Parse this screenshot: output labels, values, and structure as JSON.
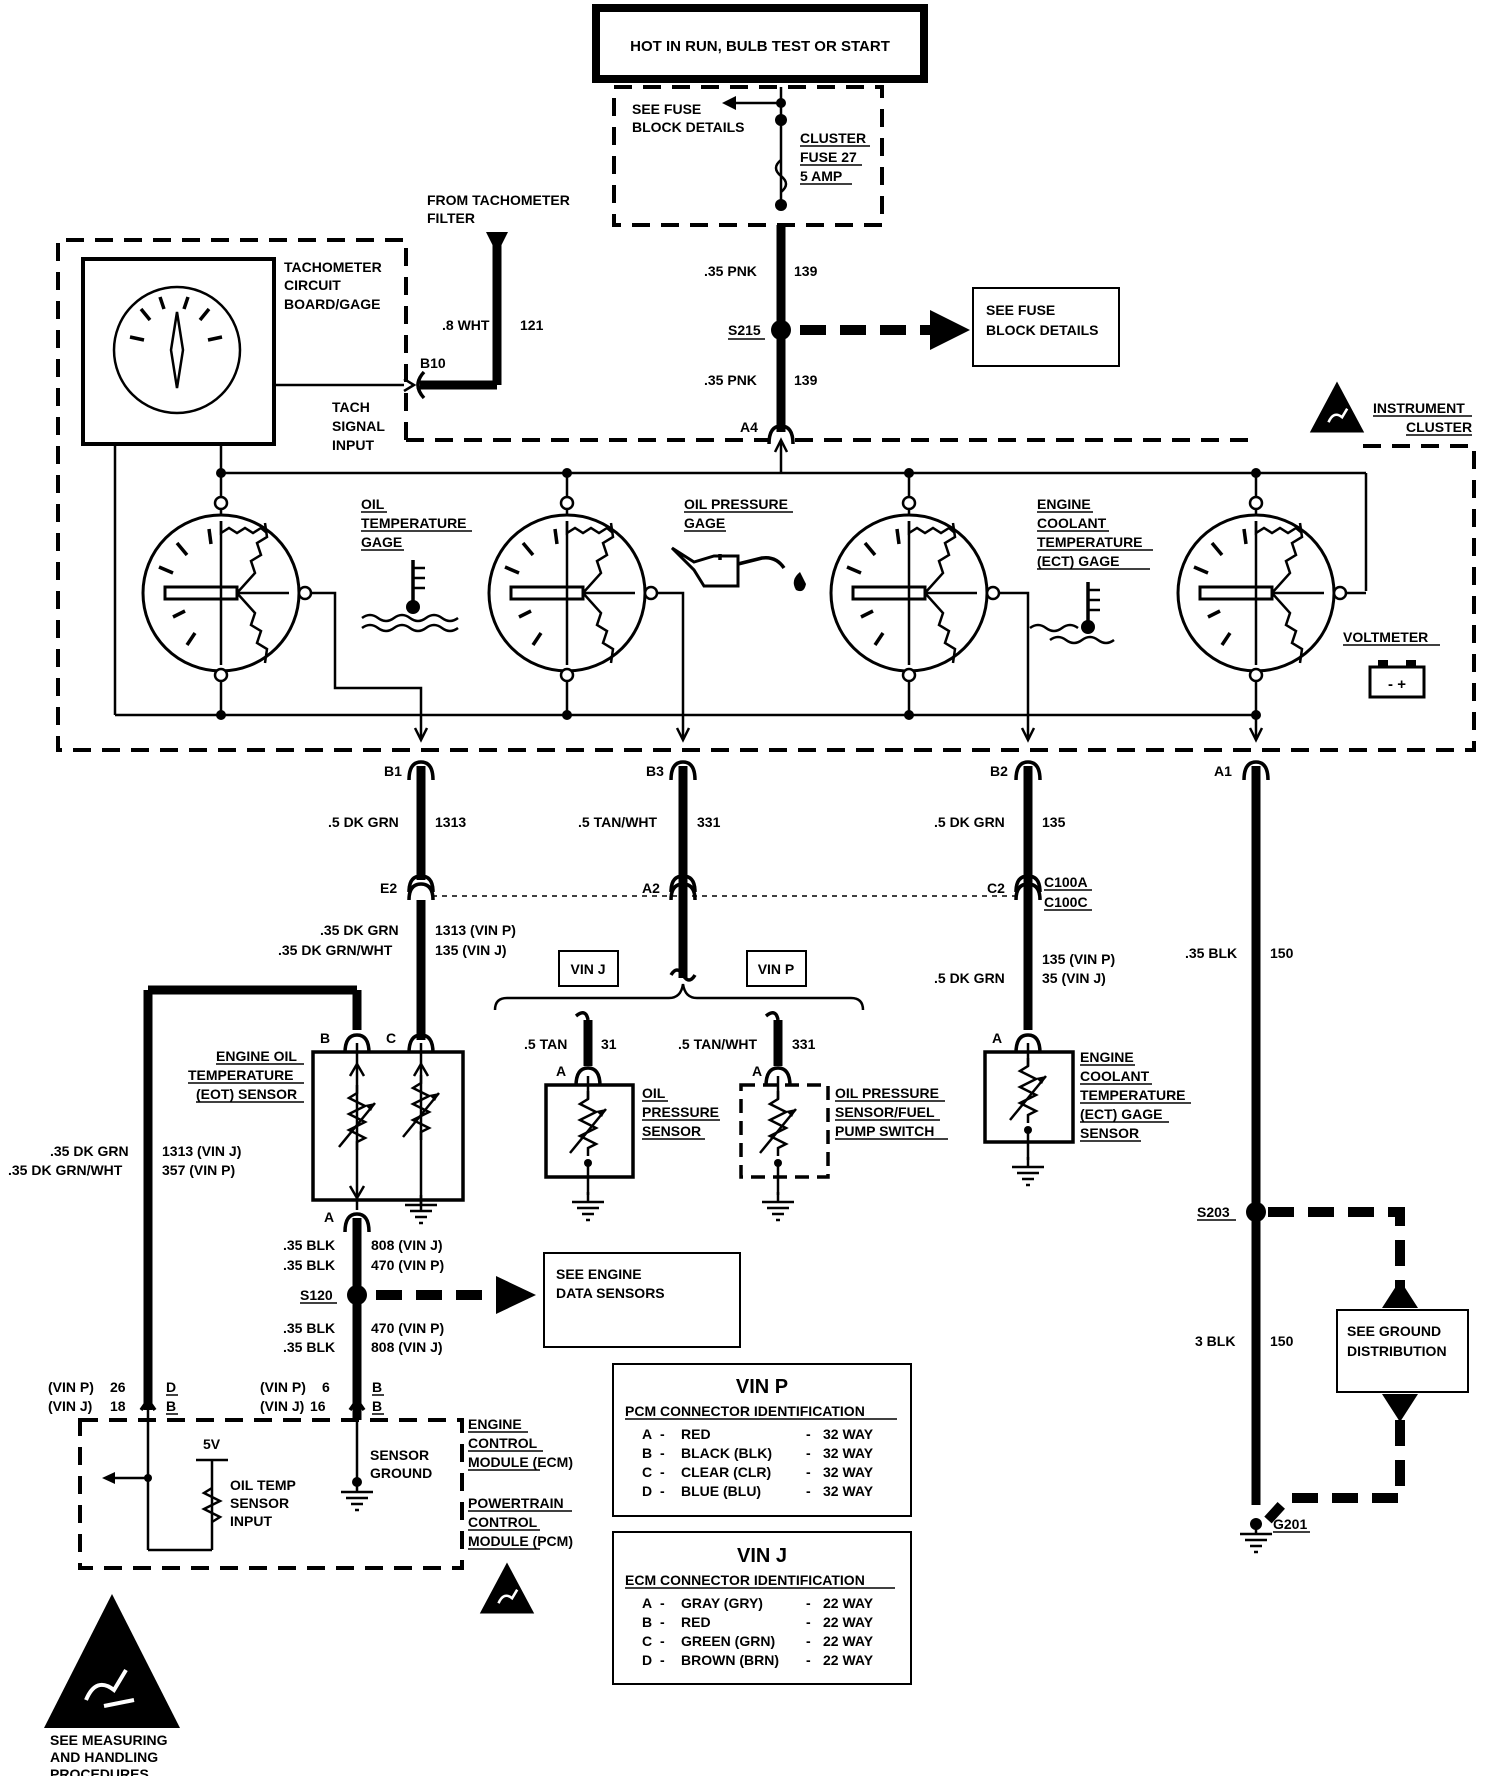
{
  "power": {
    "header": "HOT IN RUN, BULB TEST OR START",
    "see_fuse_1": [
      "SEE FUSE",
      "BLOCK DETAILS"
    ],
    "fuse_label": [
      "CLUSTER",
      "FUSE 27",
      "5 AMP"
    ],
    "wire_upper": {
      "gauge": ".35 PNK",
      "circuit": "139"
    },
    "splice": "S215",
    "see_fuse_2": [
      "SEE FUSE",
      "BLOCK DETAILS"
    ],
    "wire_lower": {
      "gauge": ".35 PNK",
      "circuit": "139"
    },
    "connector": "A4"
  },
  "tach": {
    "from_label": [
      "FROM TACHOMETER",
      "FILTER"
    ],
    "wire": {
      "gauge": ".8 WHT",
      "circuit": "121"
    },
    "connector": "B10",
    "board_label": [
      "TACHOMETER",
      "CIRCUIT",
      "BOARD/GAGE"
    ],
    "input_label": [
      "TACH",
      "SIGNAL",
      "INPUT"
    ]
  },
  "cluster": {
    "label": [
      "INSTRUMENT",
      "CLUSTER"
    ],
    "gauges": [
      {
        "label": [
          "OIL",
          "TEMPERATURE",
          "GAGE"
        ]
      },
      {
        "label": [
          "OIL PRESSURE",
          "GAGE"
        ]
      },
      {
        "label": [
          "ENGINE",
          "COOLANT",
          "TEMPERATURE",
          "(ECT) GAGE"
        ]
      },
      {
        "label": [
          "VOLTMETER"
        ]
      }
    ],
    "battery_symbol": "- +",
    "connectors": [
      "B1",
      "B3",
      "B2",
      "A1"
    ]
  },
  "wires": {
    "b1": {
      "gauge": ".5 DK GRN",
      "circuit": "1313"
    },
    "b3": {
      "gauge": ".5 TAN/WHT",
      "circuit": "331"
    },
    "b2": {
      "gauge": ".5 DK GRN",
      "circuit": "135"
    },
    "a1": {
      "gauge": ".35 BLK",
      "circuit": "150"
    },
    "c100": {
      "e": "E2",
      "a": "A2",
      "c": "C2",
      "name1": "C100A",
      "name2": "C100C"
    },
    "e2_below": {
      "g1": ".35 DK GRN",
      "c1": "1313  (VIN P)",
      "g2": ".35 DK GRN/WHT",
      "c2": "135  (VIN J)"
    },
    "c2_below": {
      "c1": "135  (VIN P)",
      "g2": ".5 DK GRN",
      "c2": "35  (VIN J)"
    },
    "left_feed": {
      "g1": ".35 DK GRN",
      "c1": "1313  (VIN J)",
      "g2": ".35 DK GRN/WHT",
      "c2": "357  (VIN P)"
    },
    "ground_upper": {
      "g1": ".35 BLK",
      "c1": "808  (VIN J)",
      "g2": ".35 BLK",
      "c2": "470  (VIN P)"
    },
    "ground_lower": {
      "g1": ".35 BLK",
      "c1": "470  (VIN P)",
      "g2": ".35 BLK",
      "c2": "808  (VIN J)"
    },
    "a1_lower": {
      "gauge": "3 BLK",
      "circuit": "150"
    }
  },
  "eot": {
    "label": [
      "ENGINE OIL",
      "TEMPERATURE",
      "(EOT) SENSOR"
    ],
    "pin_b": "B",
    "pin_c": "C",
    "pin_a": "A"
  },
  "oil_pressure": {
    "vin_j": "VIN J",
    "vin_p": "VIN P",
    "left_wire": {
      "gauge": ".5 TAN",
      "circuit": "31"
    },
    "right_wire": {
      "gauge": ".5 TAN/WHT",
      "circuit": "331"
    },
    "pin_a": "A",
    "sensor_label": [
      "OIL",
      "PRESSURE",
      "SENSOR"
    ],
    "switch_label": [
      "OIL PRESSURE",
      "SENSOR/FUEL",
      "PUMP SWITCH"
    ]
  },
  "ect_sensor": {
    "pin_a": "A",
    "label": [
      "ENGINE",
      "COOLANT",
      "TEMPERATURE",
      "(ECT) GAGE",
      "SENSOR"
    ]
  },
  "ground": {
    "s120": "S120",
    "see_engine": [
      "SEE ENGINE",
      "DATA SENSORS"
    ],
    "s203": "S203",
    "see_ground": [
      "SEE GROUND",
      "DISTRIBUTION"
    ],
    "g201": "G201"
  },
  "pcm": {
    "pin_left": {
      "v1": "(VIN P)",
      "n1": "26",
      "l1": "D",
      "v2": "(VIN J)",
      "n2": "18",
      "l2": "B"
    },
    "pin_right": {
      "v1": "(VIN P)",
      "n1": "6",
      "l1": "B",
      "v2": "(VIN J)",
      "n2": "16",
      "l2": "B"
    },
    "volt": "5V",
    "input_label": [
      "OIL TEMP",
      "SENSOR",
      "INPUT"
    ],
    "ground_label": [
      "SENSOR",
      "GROUND"
    ],
    "ecm_label": [
      "ENGINE",
      "CONTROL",
      "MODULE (ECM)"
    ],
    "pcm_label": [
      "POWERTRAIN",
      "CONTROL",
      "MODULE (PCM)"
    ]
  },
  "vin_p_table": {
    "title": "VIN P",
    "subtitle": "PCM CONNECTOR IDENTIFICATION",
    "rows": [
      {
        "pin": "A",
        "color": "RED",
        "way": "32 WAY"
      },
      {
        "pin": "B",
        "color": "BLACK (BLK)",
        "way": "32 WAY"
      },
      {
        "pin": "C",
        "color": "CLEAR (CLR)",
        "way": "32 WAY"
      },
      {
        "pin": "D",
        "color": "BLUE (BLU)",
        "way": "32 WAY"
      }
    ]
  },
  "vin_j_table": {
    "title": "VIN J",
    "subtitle": "ECM CONNECTOR IDENTIFICATION",
    "rows": [
      {
        "pin": "A",
        "color": "GRAY (GRY)",
        "way": "22 WAY"
      },
      {
        "pin": "B",
        "color": "RED",
        "way": "22 WAY"
      },
      {
        "pin": "C",
        "color": "GREEN (GRN)",
        "way": "22 WAY"
      },
      {
        "pin": "D",
        "color": "BROWN (BRN)",
        "way": "22 WAY"
      }
    ]
  },
  "esd": {
    "label": [
      "SEE MEASURING",
      "AND HANDLING",
      "PROCEDURES"
    ]
  }
}
